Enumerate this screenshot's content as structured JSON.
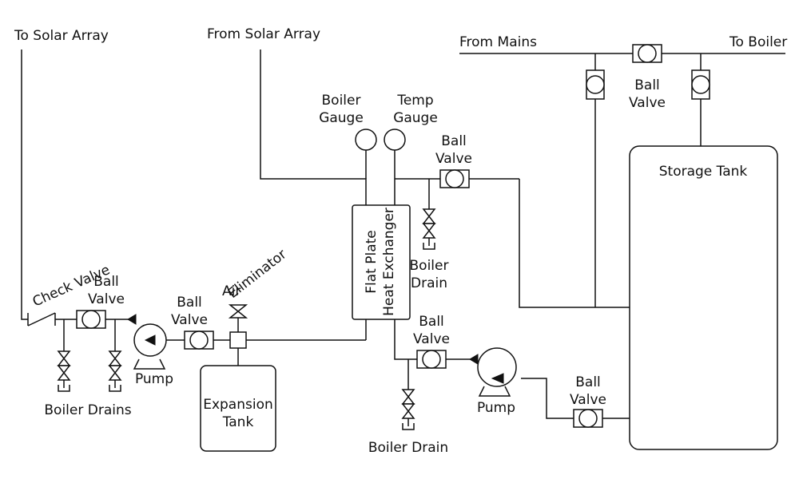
{
  "labels": {
    "to_solar_array": "To Solar Array",
    "from_solar_array": "From Solar Array",
    "from_mains": "From Mains",
    "to_boiler": "To Boiler",
    "check_valve": "Check Valve",
    "ball": "Ball",
    "valve": "Valve",
    "pump": "Pump",
    "air": "Air",
    "eliminator": "Eliminator",
    "expansion": "Expansion",
    "tank": "Tank",
    "boiler_drains": "Boiler Drains",
    "boiler": "Boiler",
    "drain": "Drain",
    "boiler_drain": "Boiler Drain",
    "gauge": "Gauge",
    "temp": "Temp",
    "flat_plate": "Flat Plate",
    "heat_exchanger": "Heat Exchanger",
    "storage_tank": "Storage Tank"
  }
}
